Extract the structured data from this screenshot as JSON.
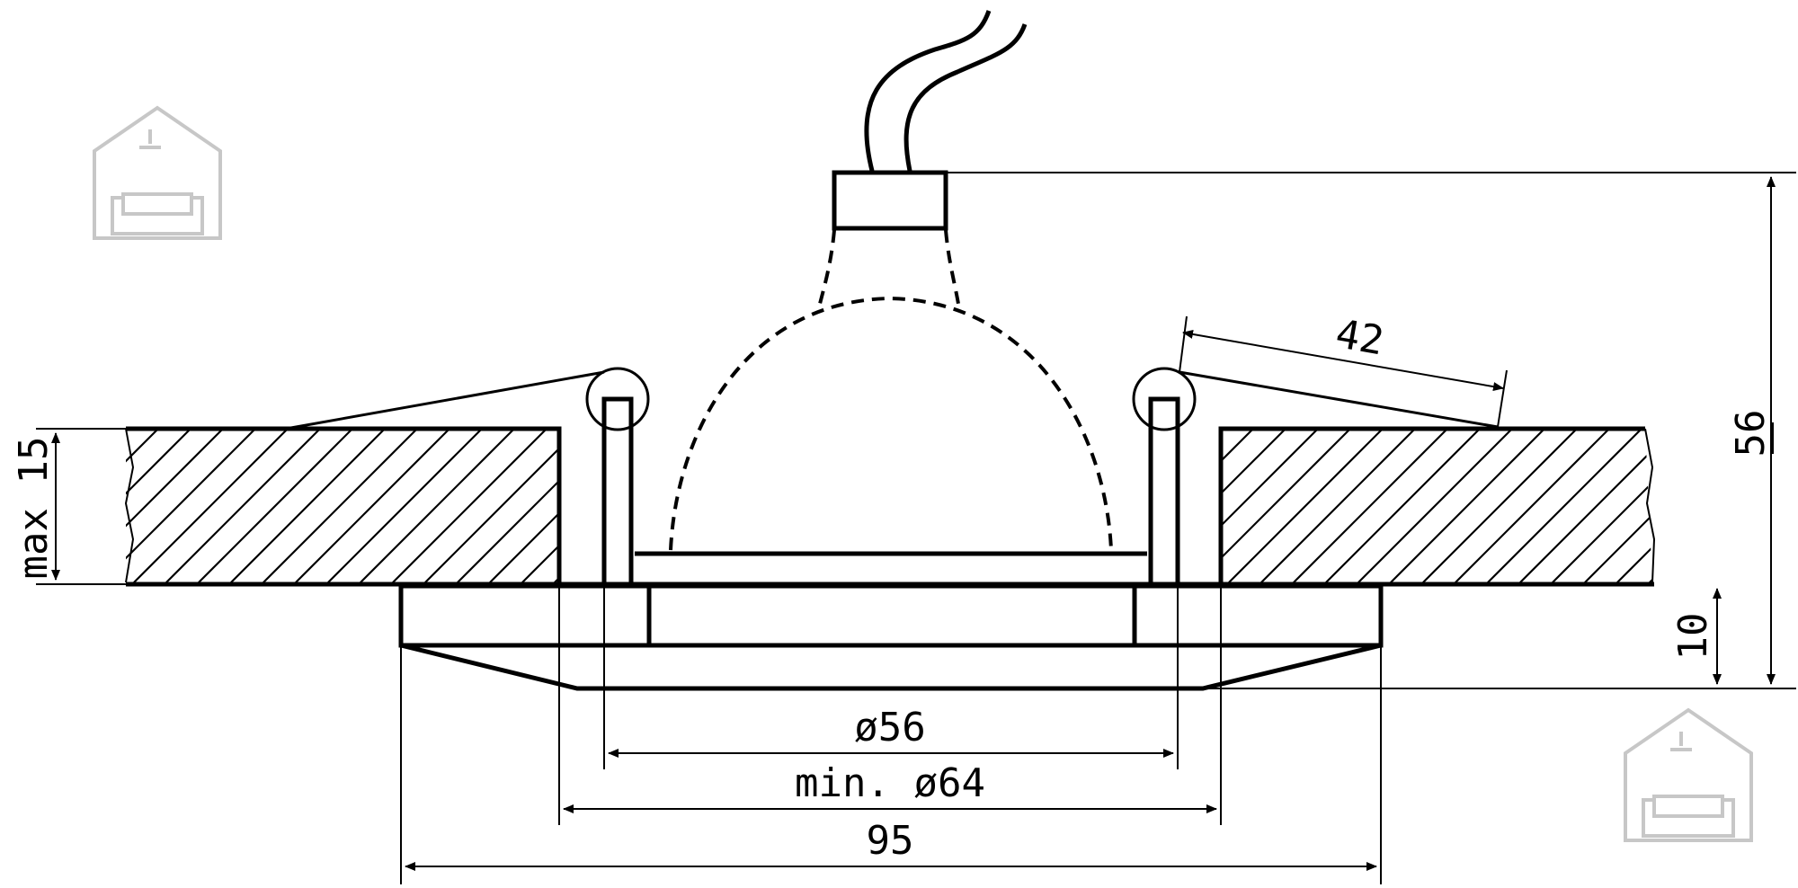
{
  "dimensions": {
    "cut_depth": "max 15",
    "cable_length": "42",
    "total_height": "56",
    "flange_height": "10",
    "inner_diameter": "ø56",
    "cutout_diameter": "min. ø64",
    "outer_diameter": "95"
  },
  "icons": {
    "watermark_left": "house-sofa-icon",
    "watermark_right": "house-sofa-icon"
  },
  "colors": {
    "line": "#000000",
    "watermark": "#c7c7c7",
    "background": "#ffffff"
  }
}
